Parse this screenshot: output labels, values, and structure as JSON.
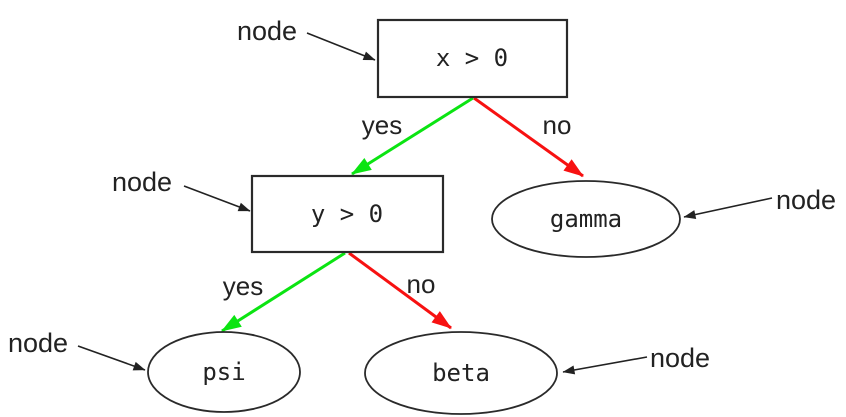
{
  "diagram": {
    "type": "decision-tree",
    "background": "#ffffff",
    "colors": {
      "yes_edge": "#0be412",
      "no_edge": "#f71111",
      "node_stroke": "#2a2a2a",
      "text": "#222222"
    },
    "nodes": [
      {
        "id": "root",
        "shape": "box",
        "label": "x > 0"
      },
      {
        "id": "decision2",
        "shape": "box",
        "label": "y > 0"
      },
      {
        "id": "gamma",
        "shape": "ellipse",
        "label": "gamma"
      },
      {
        "id": "psi",
        "shape": "ellipse",
        "label": "psi"
      },
      {
        "id": "beta",
        "shape": "ellipse",
        "label": "beta"
      }
    ],
    "edges": [
      {
        "from": "x > 0",
        "to": "y > 0",
        "label": "yes",
        "color": "#0be412"
      },
      {
        "from": "x > 0",
        "to": "gamma",
        "label": "no",
        "color": "#f71111"
      },
      {
        "from": "y > 0",
        "to": "psi",
        "label": "yes",
        "color": "#0be412"
      },
      {
        "from": "y > 0",
        "to": "beta",
        "label": "no",
        "color": "#f71111"
      }
    ],
    "annotation_label": "node"
  }
}
